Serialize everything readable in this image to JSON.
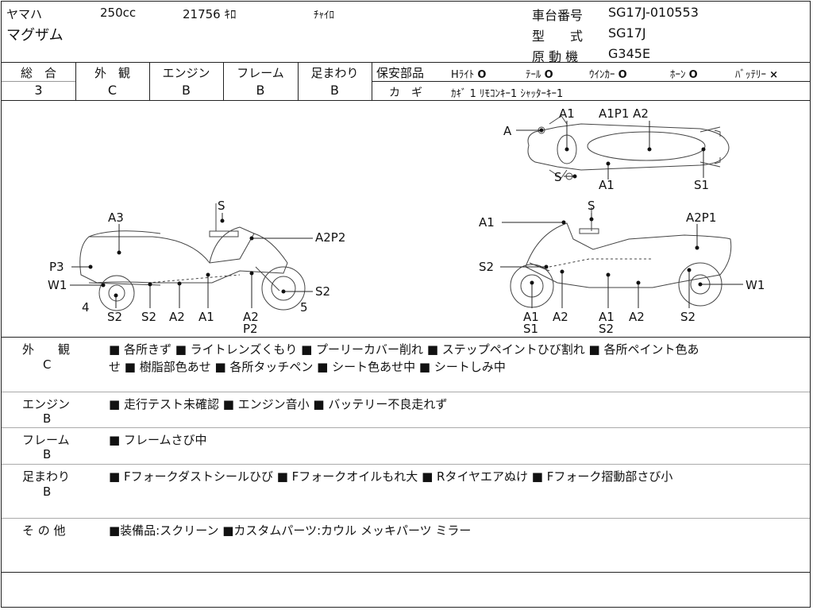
{
  "header": {
    "maker": "ヤマハ",
    "displacement": "250cc",
    "mileage": "21756 ｷﾛ",
    "color": "ﾁｬｲﾛ",
    "model": "マグザム",
    "frame_no_label": "車台番号",
    "frame_no": "SG17J-010553",
    "type_label": "型　　式",
    "type": "SG17J",
    "engine_label": "原 動 機",
    "engine": "G345E"
  },
  "grades": [
    {
      "label": "総　合",
      "value": "3"
    },
    {
      "label": "外　観",
      "value": "C"
    },
    {
      "label": "エンジン",
      "value": "B"
    },
    {
      "label": "フレーム",
      "value": "B"
    },
    {
      "label": "足まわり",
      "value": "B"
    }
  ],
  "safety": {
    "label": "保安部品",
    "items": [
      {
        "name": "Hﾗｲﾄ",
        "mark": "O"
      },
      {
        "name": "ﾃｰﾙ",
        "mark": "O"
      },
      {
        "name": "ｳｲﾝｶｰ",
        "mark": "O"
      },
      {
        "name": "ﾎｰﾝ",
        "mark": "O"
      },
      {
        "name": "ﾊﾞｯﾃﾘｰ",
        "mark": "×"
      }
    ],
    "keys_label": "カ　ギ",
    "keys_value": "ｶｷﾞ 1 ﾘﾓｺﾝｷｰ1 ｼｬｯﾀｰｷｰ1"
  },
  "diagram": {
    "top": {
      "A": "A",
      "A1a": "A1",
      "A1P1A2": "A1P1 A2",
      "S": "S",
      "A1b": "A1",
      "S1": "S1"
    },
    "left": {
      "A3": "A3",
      "S": "S",
      "A2P2": "A2P2",
      "P3": "P3",
      "W1": "W1",
      "S2r": "S2",
      "n4": "4",
      "n5": "5",
      "S2a": "S2",
      "S2b": "S2",
      "A2": "A2",
      "A1": "A1",
      "A2b": "A2",
      "P2": "P2"
    },
    "right": {
      "A1": "A1",
      "S": "S",
      "A2P1": "A2P1",
      "S2": "S2",
      "W1": "W1",
      "A1b": "A1",
      "S1": "S1",
      "A2": "A2",
      "A1c": "A1",
      "S2c": "S2",
      "A2c": "A2",
      "S2d": "S2"
    }
  },
  "notes": [
    {
      "label": "外　　観",
      "grade": "C",
      "lines": [
        "■ 各所きず ■ ライトレンズくもり ■ プーリーカバー削れ ■ ステップペイントひび割れ ■ 各所ペイント色あ",
        "せ ■ 樹脂部色あせ ■ 各所タッチペン ■ シート色あせ中 ■ シートしみ中"
      ]
    },
    {
      "label": "エンジン",
      "grade": "B",
      "lines": [
        "■ 走行テスト未確認 ■ エンジン音小 ■ バッテリー不良走れず"
      ]
    },
    {
      "label": "フレーム",
      "grade": "B",
      "lines": [
        "■ フレームさび中"
      ]
    },
    {
      "label": "足まわり",
      "grade": "B",
      "lines": [
        "■ Fフォークダストシールひび ■ Fフォークオイルもれ大 ■ Rタイヤエアぬけ ■ Fフォーク摺動部さび小"
      ]
    },
    {
      "label": "そ の 他",
      "grade": "",
      "lines": [
        "■装備品:スクリーン ■カスタムパーツ:カウル メッキパーツ ミラー"
      ]
    }
  ]
}
